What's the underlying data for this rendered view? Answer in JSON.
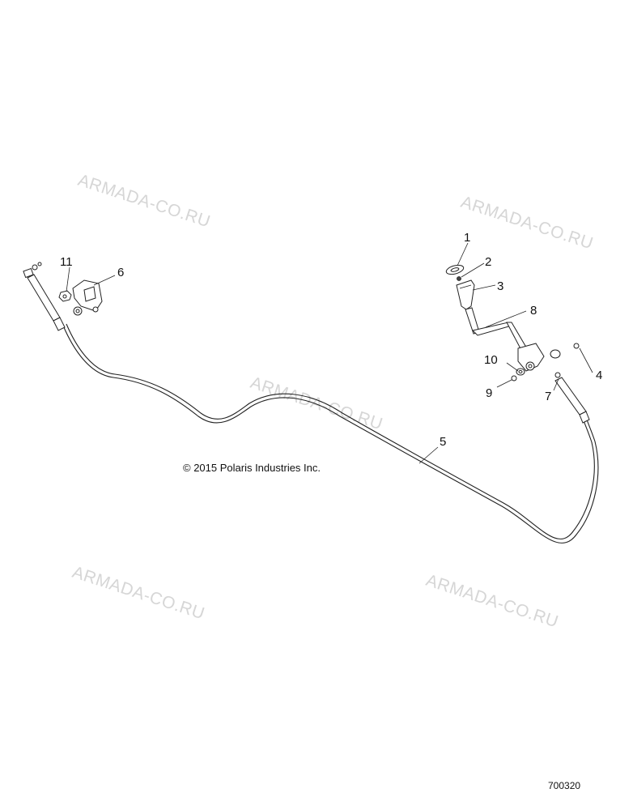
{
  "diagram": {
    "copyright": "© 2015 Polaris Industries Inc.",
    "diagram_id": "700320",
    "watermark": "ARMADA-CO.RU",
    "callouts": [
      "1",
      "2",
      "3",
      "4",
      "5",
      "6",
      "7",
      "8",
      "9",
      "10",
      "11"
    ]
  }
}
